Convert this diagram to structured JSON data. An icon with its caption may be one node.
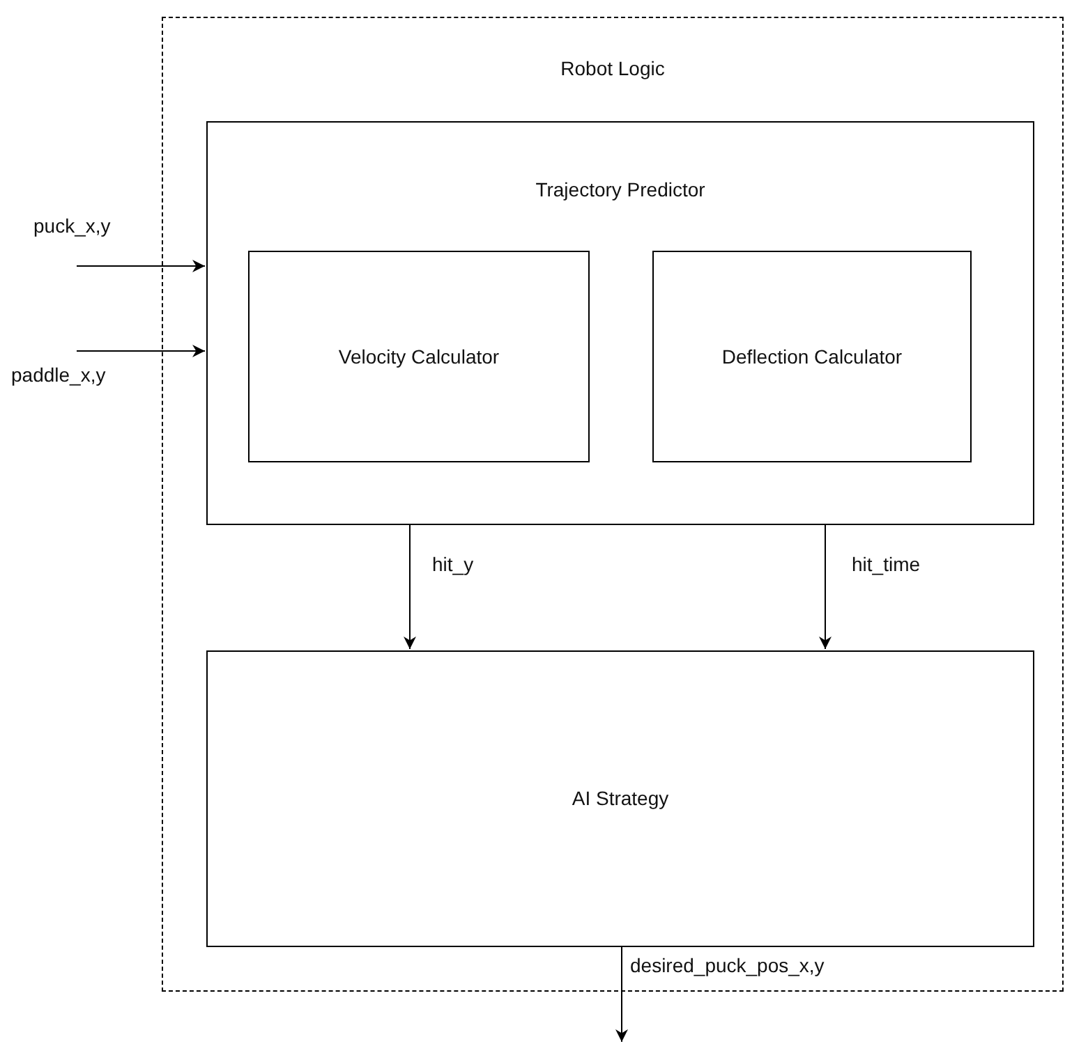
{
  "diagram": {
    "nodes": [
      {
        "text": [
          "Robot Logic"
        ]
      },
      {
        "text": [
          "Trajectory Predictor"
        ],
        "in": 0
      },
      {
        "text": [
          "Velocity Calculator"
        ],
        "in": 1
      },
      {
        "text": [
          "Deflection Calculator"
        ],
        "in": 1
      },
      {
        "text": [
          "AI Strategy"
        ],
        "in": 0
      }
    ],
    "edges": [
      {
        "from": null,
        "to": 1,
        "arrow": "to",
        "label": "puck_x,y"
      },
      {
        "from": null,
        "to": 1,
        "arrow": "to",
        "label": "paddle_x,y"
      },
      {
        "from": 1,
        "to": 4,
        "arrow": "to",
        "label": "hit_y"
      },
      {
        "from": 1,
        "to": 4,
        "arrow": "to",
        "label": "hit_time"
      },
      {
        "from": 4,
        "to": null,
        "arrow": "to",
        "label": "desired_puck_pos_x,y"
      }
    ]
  }
}
